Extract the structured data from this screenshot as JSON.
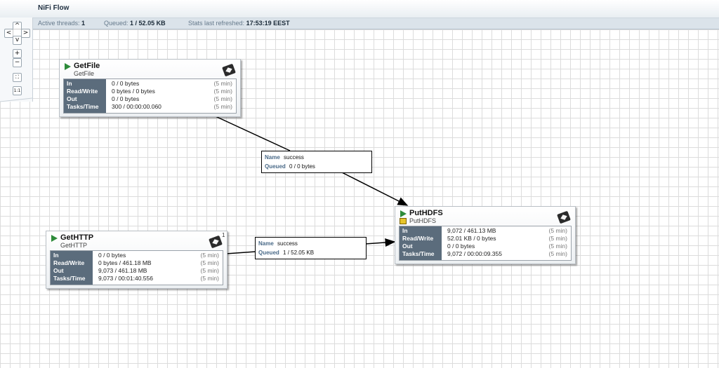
{
  "app": {
    "title": "NiFi Flow"
  },
  "status": {
    "active_threads_label": "Active threads:",
    "active_threads_value": "1",
    "queued_label": "Queued:",
    "queued_value": "1 / 52.05 KB",
    "refreshed_label": "Stats last refreshed:",
    "refreshed_value": "17:53:19 EEST"
  },
  "navigation": {
    "up": "^",
    "down": "v",
    "left": "<",
    "right": ">",
    "zoom_in": "+",
    "zoom_out": "−",
    "fit": "⛶",
    "actual_size": "1:1"
  },
  "stat_labels": [
    "In",
    "Read/Write",
    "Out",
    "Tasks/Time"
  ],
  "processors": {
    "getfile": {
      "name": "GetFile",
      "type": "GetFile",
      "in": "0 / 0 bytes",
      "read_write": "0 bytes / 0 bytes",
      "out": "0 / 0 bytes",
      "tasks_time": "300 / 00:00:00.060",
      "period": "(5 min)"
    },
    "gethttp": {
      "name": "GetHTTP",
      "type": "GetHTTP",
      "badge": "1",
      "in": "0 / 0 bytes",
      "read_write": "0 bytes / 461.18 MB",
      "out": "9,073 / 461.18 MB",
      "tasks_time": "9,073 / 00:01:40.556",
      "period": "(5 min)"
    },
    "puthdfs": {
      "name": "PutHDFS",
      "type": "PutHDFS",
      "in": "9,072 / 461.13 MB",
      "read_write": "52.01 KB / 0 bytes",
      "out": "0 / 0 bytes",
      "tasks_time": "9,072 / 00:00:09.355",
      "period": "(5 min)"
    }
  },
  "connections": {
    "getfile_to_puthdfs": {
      "name_label": "Name",
      "name": "success",
      "queued_label": "Queued",
      "queued": "0 / 0 bytes"
    },
    "gethttp_to_puthdfs": {
      "name_label": "Name",
      "name": "success",
      "queued_label": "Queued",
      "queued": "1 / 52.05 KB"
    }
  },
  "colors": {
    "running": "#2e8b3a",
    "stats_header": "#5b6c7c",
    "grid": "#dcdcdc"
  }
}
